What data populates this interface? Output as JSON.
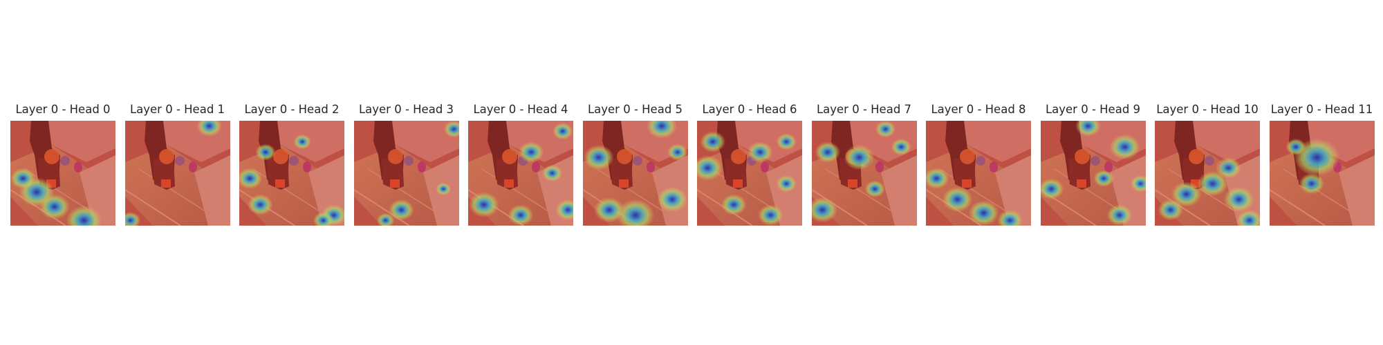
{
  "panels": [
    {
      "title": "Layer 0 - Head 0",
      "hotspots": [
        [
          0.25,
          0.68,
          0.14
        ],
        [
          0.42,
          0.82,
          0.12
        ],
        [
          0.12,
          0.55,
          0.1
        ],
        [
          0.7,
          0.95,
          0.14
        ]
      ]
    },
    {
      "title": "Layer 0 - Head 1",
      "hotspots": [
        [
          0.8,
          0.05,
          0.1
        ],
        [
          0.05,
          0.95,
          0.08
        ]
      ]
    },
    {
      "title": "Layer 0 - Head 2",
      "hotspots": [
        [
          0.1,
          0.55,
          0.1
        ],
        [
          0.2,
          0.8,
          0.1
        ],
        [
          0.25,
          0.3,
          0.08
        ],
        [
          0.6,
          0.2,
          0.07
        ],
        [
          0.9,
          0.9,
          0.1
        ],
        [
          0.8,
          0.95,
          0.08
        ]
      ]
    },
    {
      "title": "Layer 0 - Head 3",
      "hotspots": [
        [
          0.95,
          0.08,
          0.08
        ],
        [
          0.45,
          0.85,
          0.1
        ],
        [
          0.85,
          0.65,
          0.06
        ],
        [
          0.3,
          0.95,
          0.07
        ]
      ]
    },
    {
      "title": "Layer 0 - Head 4",
      "hotspots": [
        [
          0.6,
          0.3,
          0.1
        ],
        [
          0.15,
          0.8,
          0.12
        ],
        [
          0.5,
          0.9,
          0.1
        ],
        [
          0.8,
          0.5,
          0.08
        ],
        [
          0.95,
          0.85,
          0.1
        ],
        [
          0.9,
          0.1,
          0.08
        ]
      ]
    },
    {
      "title": "Layer 0 - Head 5",
      "hotspots": [
        [
          0.15,
          0.35,
          0.12
        ],
        [
          0.75,
          0.05,
          0.12
        ],
        [
          0.5,
          0.9,
          0.15
        ],
        [
          0.25,
          0.85,
          0.12
        ],
        [
          0.85,
          0.75,
          0.12
        ],
        [
          0.9,
          0.3,
          0.08
        ]
      ]
    },
    {
      "title": "Layer 0 - Head 6",
      "hotspots": [
        [
          0.1,
          0.45,
          0.12
        ],
        [
          0.15,
          0.2,
          0.1
        ],
        [
          0.6,
          0.3,
          0.1
        ],
        [
          0.85,
          0.2,
          0.08
        ],
        [
          0.35,
          0.8,
          0.1
        ],
        [
          0.7,
          0.9,
          0.1
        ],
        [
          0.85,
          0.6,
          0.08
        ]
      ]
    },
    {
      "title": "Layer 0 - Head 7",
      "hotspots": [
        [
          0.45,
          0.35,
          0.12
        ],
        [
          0.15,
          0.3,
          0.1
        ],
        [
          0.1,
          0.85,
          0.12
        ],
        [
          0.6,
          0.65,
          0.08
        ],
        [
          0.85,
          0.25,
          0.08
        ],
        [
          0.7,
          0.08,
          0.08
        ]
      ]
    },
    {
      "title": "Layer 0 - Head 8",
      "hotspots": [
        [
          0.1,
          0.55,
          0.1
        ],
        [
          0.3,
          0.75,
          0.12
        ],
        [
          0.55,
          0.88,
          0.12
        ],
        [
          0.8,
          0.95,
          0.1
        ]
      ]
    },
    {
      "title": "Layer 0 - Head 9",
      "hotspots": [
        [
          0.45,
          0.05,
          0.1
        ],
        [
          0.8,
          0.25,
          0.12
        ],
        [
          0.1,
          0.65,
          0.1
        ],
        [
          0.6,
          0.55,
          0.08
        ],
        [
          0.95,
          0.6,
          0.08
        ],
        [
          0.75,
          0.9,
          0.1
        ]
      ]
    },
    {
      "title": "Layer 0 - Head 10",
      "hotspots": [
        [
          0.55,
          0.6,
          0.12
        ],
        [
          0.3,
          0.7,
          0.12
        ],
        [
          0.7,
          0.45,
          0.1
        ],
        [
          0.8,
          0.75,
          0.12
        ],
        [
          0.9,
          0.95,
          0.1
        ],
        [
          0.15,
          0.85,
          0.1
        ]
      ]
    },
    {
      "title": "Layer 0 - Head 11",
      "hotspots": [
        [
          0.45,
          0.35,
          0.18
        ],
        [
          0.4,
          0.6,
          0.1
        ],
        [
          0.25,
          0.25,
          0.08
        ]
      ]
    }
  ]
}
